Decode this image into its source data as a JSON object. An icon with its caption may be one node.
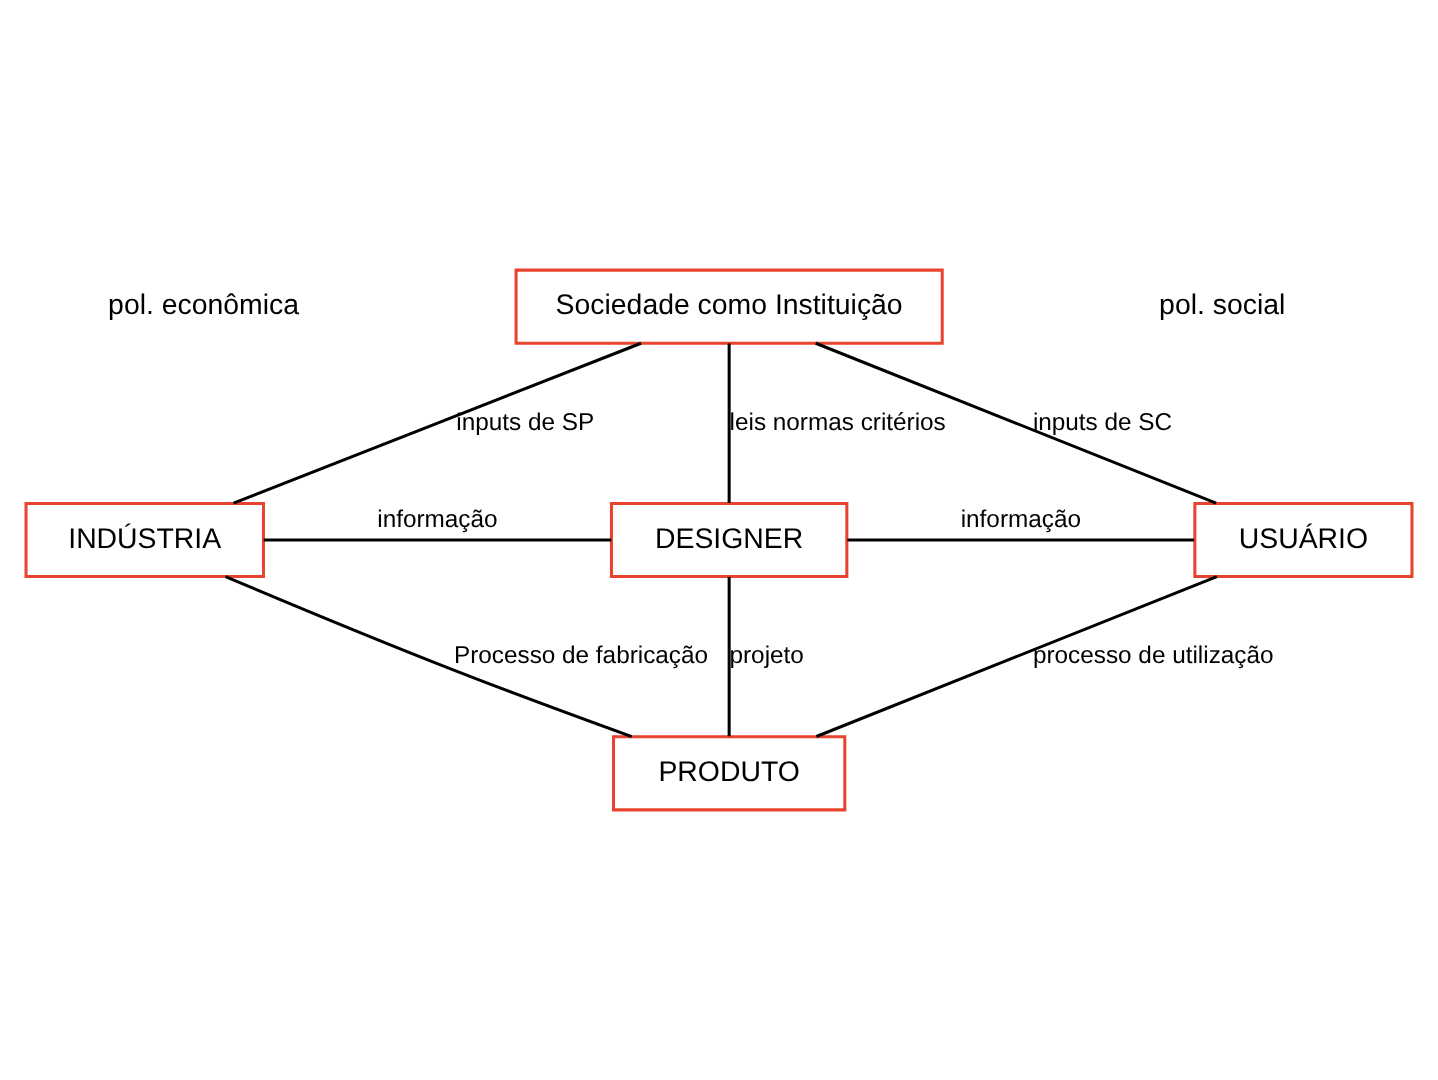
{
  "diagram": {
    "nodes": [
      {
        "text": [
          "Sociedade como Instituição"
        ]
      },
      {
        "text": [
          "INDÚSTRIA"
        ]
      },
      {
        "text": [
          "DESIGNER"
        ]
      },
      {
        "text": [
          "USUÁRIO"
        ]
      },
      {
        "text": [
          "PRODUTO"
        ]
      }
    ],
    "edges": [
      {
        "from": 0,
        "to": 1,
        "arrow": "none",
        "label": "inputs de SP"
      },
      {
        "from": 0,
        "to": 3,
        "arrow": "none",
        "label": "inputs de SC"
      },
      {
        "from": 0,
        "to": 2,
        "arrow": "none",
        "label": "leis normas critérios"
      },
      {
        "from": 1,
        "to": 2,
        "arrow": "none",
        "label": "informação"
      },
      {
        "from": 2,
        "to": 3,
        "arrow": "none",
        "label": "informação"
      },
      {
        "from": 2,
        "to": 4,
        "arrow": "none",
        "label": "projeto"
      },
      {
        "from": 1,
        "to": 4,
        "arrow": "none",
        "label": "Processo de fabricação"
      },
      {
        "from": 3,
        "to": 4,
        "arrow": "none",
        "label": "processo de utilização"
      }
    ],
    "labels": [
      "pol. econômica",
      "pol. social"
    ]
  }
}
